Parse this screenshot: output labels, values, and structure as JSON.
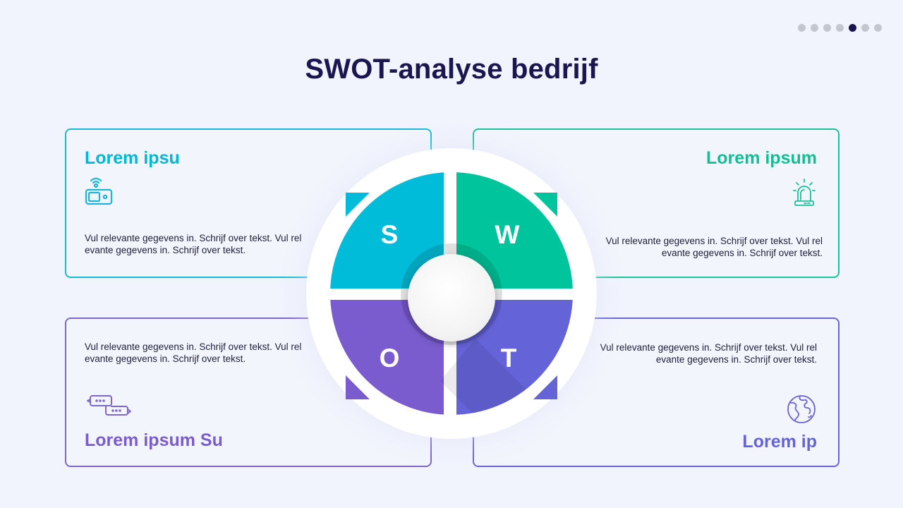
{
  "pagination": {
    "total": 7,
    "active_index": 4
  },
  "title": "SWOT-analyse bedrijf",
  "colors": {
    "strengths": "#00bcd8",
    "weaknesses": "#00c59c",
    "opportunities": "#7a5ccf",
    "threats": "#6563d8",
    "title": "#1a1650",
    "background": "#f1f4fd"
  },
  "quadrants": {
    "s": {
      "letter": "S",
      "title": "Lorem ipsu",
      "text": "Vul relevante gegevens in. Schrijf over tekst. Vul rel evante gegevens in. Schrijf over tekst.",
      "icon": "wifi-device-icon"
    },
    "w": {
      "letter": "W",
      "title": "Lorem ipsum",
      "text": "Vul relevante gegevens in. Schrijf over tekst. Vul rel evante gegevens in. Schrijf over tekst.",
      "icon": "alarm-siren-icon"
    },
    "o": {
      "letter": "O",
      "title": "Lorem ipsum Su",
      "text": "Vul relevante gegevens in. Schrijf over tekst. Vul rel evante gegevens in. Schrijf over tekst.",
      "icon": "chat-bubbles-icon"
    },
    "t": {
      "letter": "T",
      "title": "Lorem ip",
      "text": "Vul relevante gegevens in. Schrijf over tekst. Vul rel evante gegevens in. Schrijf over tekst.",
      "icon": "globe-icon"
    }
  }
}
